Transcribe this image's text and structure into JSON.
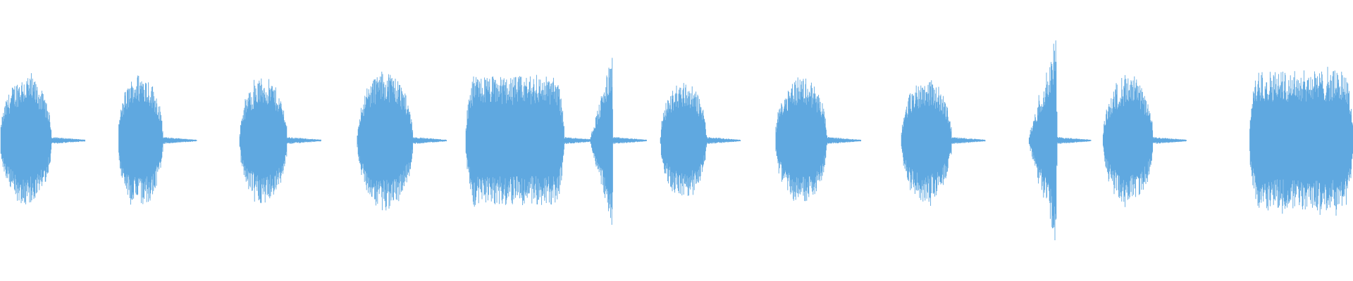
{
  "waveform": {
    "color": "#5fa8e0",
    "background": "#ffffff",
    "amplitude_scale": 1.0,
    "segments": [
      {
        "start": 0.0,
        "end": 0.038,
        "shape": "oval",
        "peak": 0.46,
        "tail": 0.025
      },
      {
        "start": 0.087,
        "end": 0.12,
        "shape": "oval",
        "peak": 0.48,
        "tail": 0.025
      },
      {
        "start": 0.177,
        "end": 0.212,
        "shape": "oval",
        "peak": 0.45,
        "tail": 0.025
      },
      {
        "start": 0.264,
        "end": 0.305,
        "shape": "oval",
        "peak": 0.5,
        "tail": 0.025
      },
      {
        "start": 0.344,
        "end": 0.417,
        "shape": "plateau",
        "peak": 0.46,
        "tail": 0.025
      },
      {
        "start": 0.436,
        "end": 0.453,
        "shape": "rise",
        "peak": 0.64,
        "tail": 0.025
      },
      {
        "start": 0.488,
        "end": 0.522,
        "shape": "oval",
        "peak": 0.42,
        "tail": 0.025
      },
      {
        "start": 0.573,
        "end": 0.611,
        "shape": "oval",
        "peak": 0.46,
        "tail": 0.025
      },
      {
        "start": 0.666,
        "end": 0.703,
        "shape": "oval",
        "peak": 0.44,
        "tail": 0.025
      },
      {
        "start": 0.76,
        "end": 0.781,
        "shape": "rise",
        "peak": 0.78,
        "tail": 0.025
      },
      {
        "start": 0.815,
        "end": 0.852,
        "shape": "oval",
        "peak": 0.45,
        "tail": 0.025
      },
      {
        "start": 0.923,
        "end": 1.0,
        "shape": "plateau",
        "peak": 0.5,
        "tail": 0.0
      }
    ]
  }
}
